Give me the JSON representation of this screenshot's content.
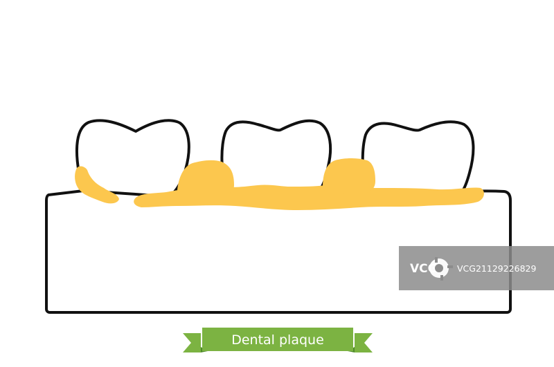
{
  "ribbon": {
    "label": "Dental plaque"
  },
  "watermark": {
    "logo": "VCG",
    "id_text": "VCG21129226829"
  },
  "colors": {
    "background": "#ffffff",
    "outline": "#111111",
    "plaque": "#fcc74e",
    "ribbon": "#7cb342",
    "ribbon_dark": "#4e8a2a",
    "watermark_bg": "#8c8c8c"
  },
  "icons": {
    "watermark_logo": "vcg-logo-icon"
  }
}
